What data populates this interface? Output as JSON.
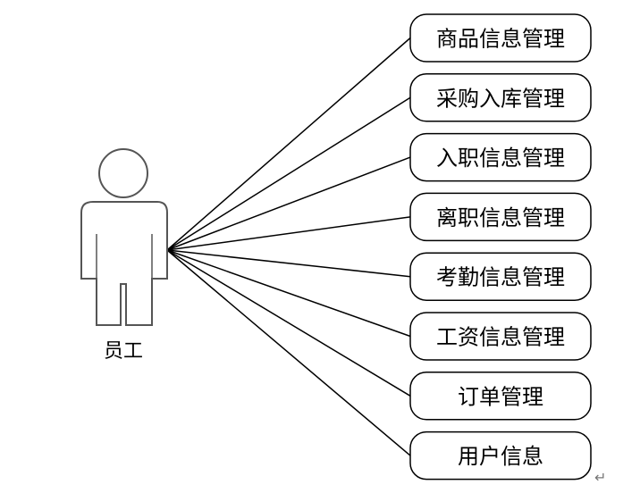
{
  "actor": {
    "label": "员工"
  },
  "use_cases": [
    "商品信息管理",
    "采购入库管理",
    "入职信息管理",
    "离职信息管理",
    "考勤信息管理",
    "工资信息管理",
    "订单管理",
    "用户信息"
  ],
  "marks": {
    "paragraph_mark": "↵"
  }
}
